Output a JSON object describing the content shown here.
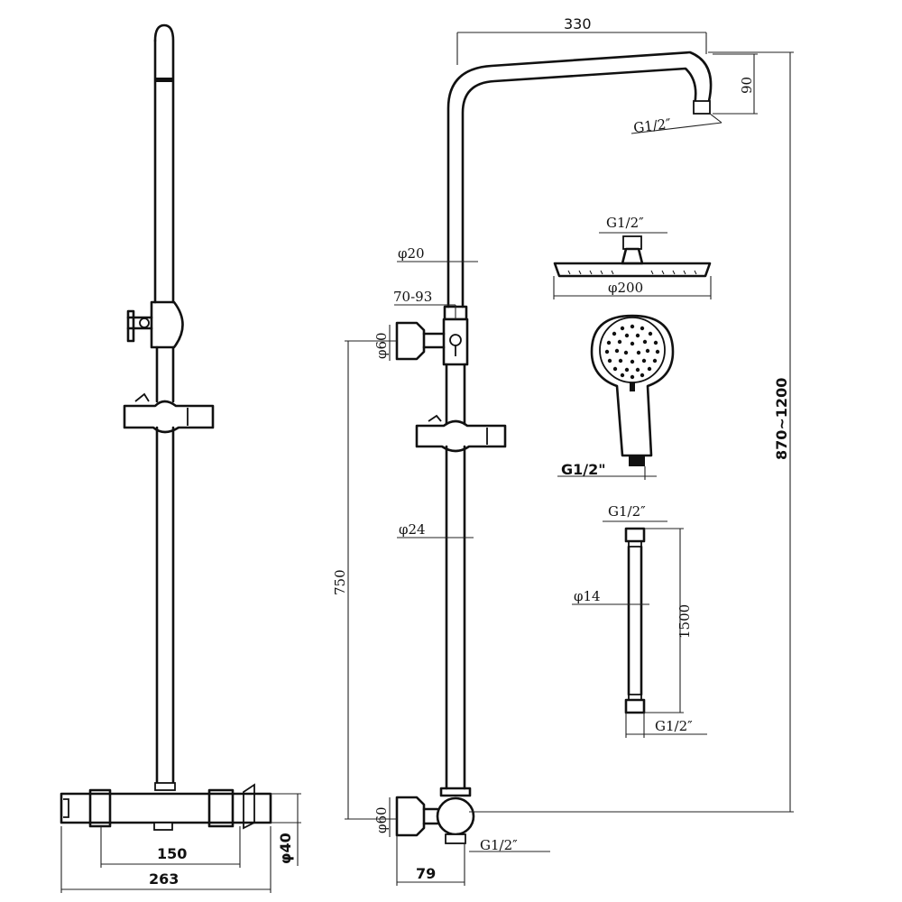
{
  "dimensions": {
    "top_arm_length": "330",
    "arm_drop": "90",
    "arm_outlet_thread": "G1/2″",
    "total_height": "870~1200",
    "upper_pipe_diameter": "φ20",
    "clamp_range": "70-93",
    "upper_bracket_diameter": "φ60",
    "lower_pipe_diameter": "φ24",
    "bracket_spacing": "750",
    "lower_bracket_diameter": "φ60",
    "diverter_outlet_thread": "G1/2″",
    "diverter_offset": "79",
    "mixer_centers": "150",
    "mixer_width": "263",
    "mixer_body_diameter": "φ40"
  },
  "head_shower": {
    "thread": "G1/2″",
    "diameter": "φ200"
  },
  "hand_shower": {
    "thread": "G1/2\""
  },
  "hose": {
    "thread_top": "G1/2″",
    "diameter": "φ14",
    "length": "1500",
    "thread_bottom": "G1/2″"
  }
}
